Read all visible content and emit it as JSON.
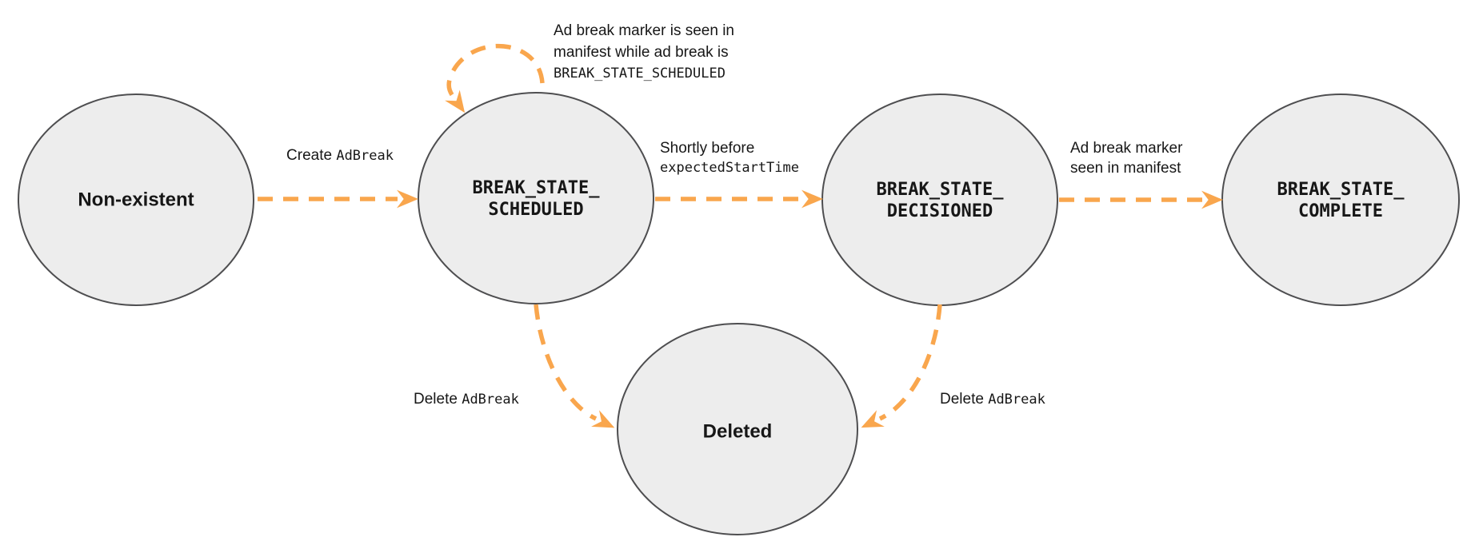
{
  "diagram": {
    "type": "state-diagram",
    "subject": "ad break lifecycle states",
    "colors": {
      "background": "#FFFFFF",
      "node_fill": "#EDEDED",
      "node_border": "#4E4E50",
      "arrow": "#F9A64D",
      "text": "#171717"
    },
    "nodes": {
      "non_existent": {
        "label": "Non-existent"
      },
      "scheduled": {
        "line1": "BREAK_STATE_",
        "line2": "SCHEDULED"
      },
      "decisioned": {
        "line1": "BREAK_STATE_",
        "line2": "DECISIONED"
      },
      "complete": {
        "line1": "BREAK_STATE_",
        "line2": "COMPLETE"
      },
      "deleted": {
        "label": "Deleted"
      }
    },
    "edges": {
      "create": {
        "text": "Create ",
        "code": "AdBreak"
      },
      "self_loop": {
        "line1": "Ad break marker is seen in",
        "line2": "manifest while ad break is",
        "code": "BREAK_STATE_SCHEDULED"
      },
      "to_decisioned": {
        "text": "Shortly before",
        "code": "expectedStartTime"
      },
      "to_complete": {
        "line1": "Ad break marker",
        "line2": "seen in manifest"
      },
      "delete_from_scheduled": {
        "text": "Delete ",
        "code": "AdBreak"
      },
      "delete_from_decisioned": {
        "text": "Delete ",
        "code": "AdBreak"
      }
    }
  }
}
